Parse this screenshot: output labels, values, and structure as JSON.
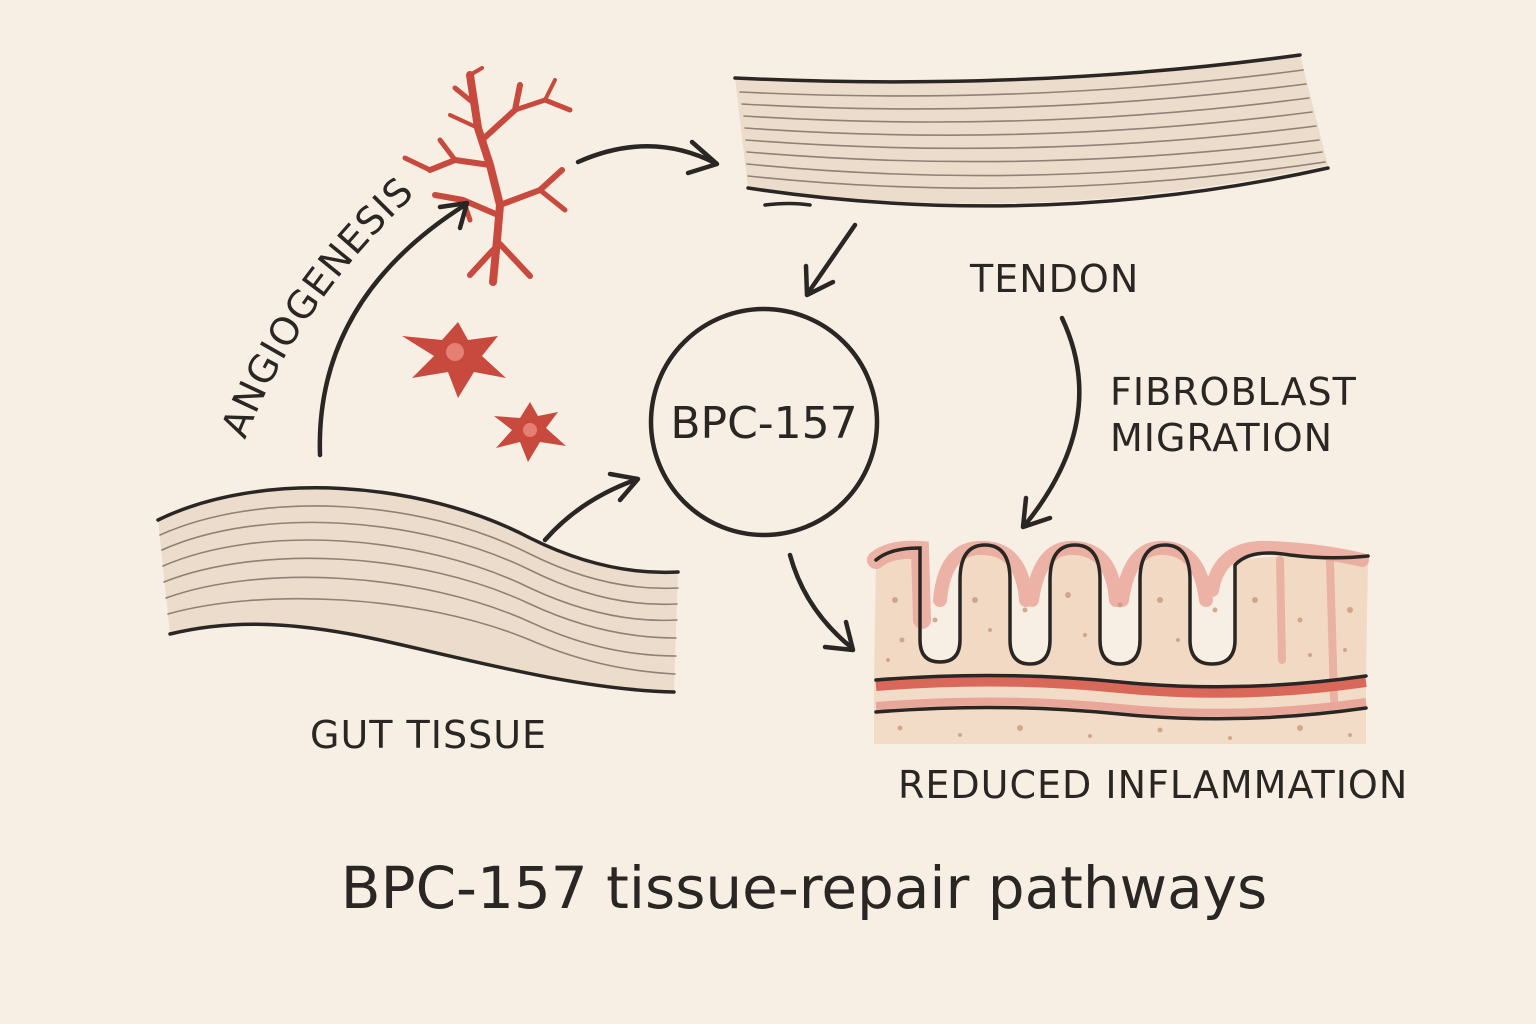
{
  "labels": {
    "angiogenesis": "ANGIOGENESIS",
    "tendon": "TENDON",
    "fibroblast_line1": "FIBROBLAST",
    "fibroblast_line2": "MIGRATION",
    "center": "BPC-157",
    "gut_tissue": "GUT TISSUE",
    "reduced_inflammation": "REDUCED INFLAMMATION"
  },
  "title": "BPC-157 tissue-repair pathways",
  "colors": {
    "background": "#f8efe4",
    "ink": "#2a2624",
    "tissue": "#ecdccb",
    "vessel": "#c8493d",
    "mucosa_pink": "#e9a79a",
    "submucosa": "#f3dcc7"
  },
  "icons": [
    "blood-vessel-icon",
    "fibroblast-cell-icon",
    "tendon-fiber-icon",
    "gut-fiber-icon",
    "intestinal-villi-icon"
  ]
}
